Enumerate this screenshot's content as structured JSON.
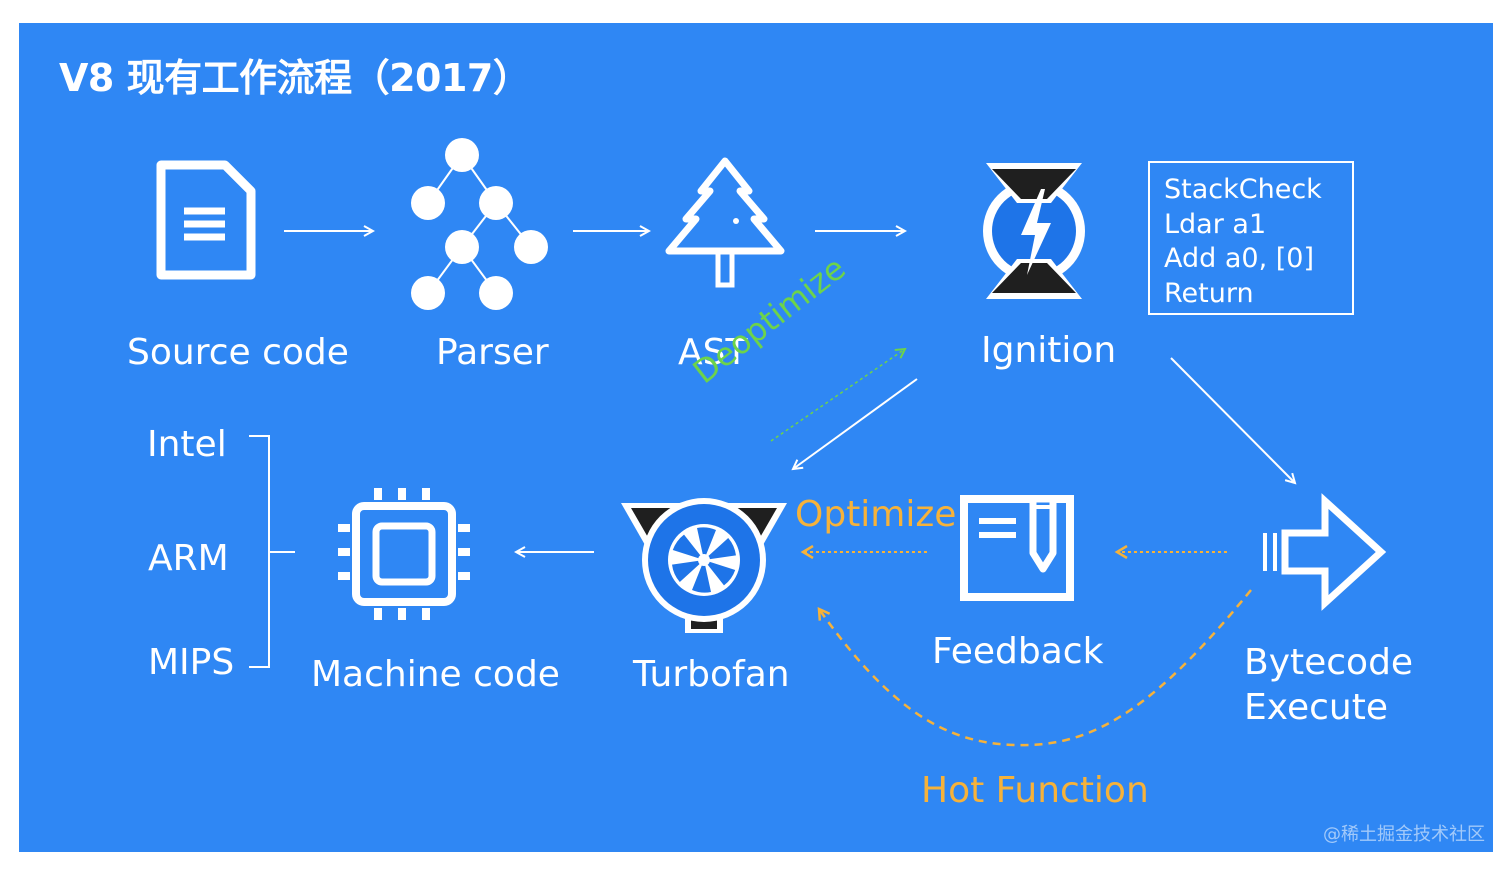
{
  "title": "V8 现有工作流程（2017）",
  "nodes": {
    "source_code": "Source code",
    "parser": "Parser",
    "ast": "AST",
    "ignition": "Ignition",
    "turbofan": "Turbofan",
    "feedback": "Feedback",
    "machine_code": "Machine code",
    "bytecode_line1": "Bytecode",
    "bytecode_line2": "Execute"
  },
  "bytecode_listing": [
    "StackCheck",
    "Ldar a1",
    "Add a0, [0]",
    "Return"
  ],
  "architectures": [
    "Intel",
    "ARM",
    "MIPS"
  ],
  "edge_labels": {
    "deoptimize": "Deoptimize",
    "optimize": "Optimize",
    "hot_function": "Hot Function"
  },
  "watermark": "@稀土掘金技术社区",
  "colors": {
    "background": "#2f87f4",
    "foreground": "#ffffff",
    "deoptimize": "#6dd34a",
    "optimize": "#f6b23a",
    "icon_dark": "#1f1f1f",
    "icon_blue": "#1e74e8"
  }
}
